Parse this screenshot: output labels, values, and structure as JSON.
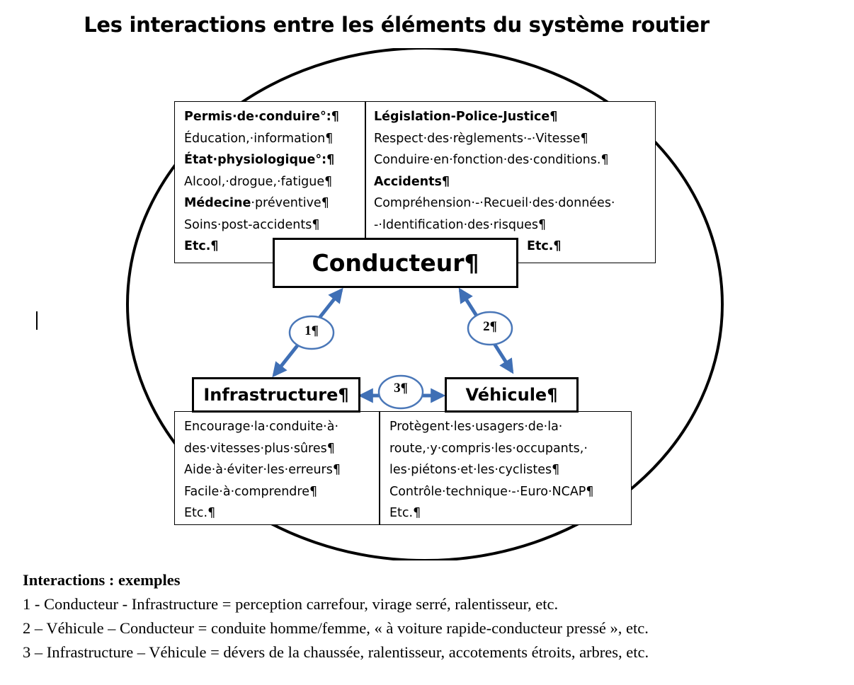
{
  "title": "Les interactions entre les éléments du système routier",
  "boxes": {
    "driver_left": [
      {
        "text": "Permis·de·conduire°:¶",
        "bold": true
      },
      {
        "text": "Éducation,·information¶",
        "bold": false
      },
      {
        "text": "État·physiologique°:¶",
        "bold": true
      },
      {
        "text": "Alcool,·drogue,·fatigue¶",
        "bold": false
      },
      {
        "text": "Médecine",
        "bold": true,
        "tail": "·préventive¶"
      },
      {
        "text": "Soins·post-accidents¶",
        "bold": false
      },
      {
        "text": "Etc.¶",
        "bold": true
      }
    ],
    "driver_right": [
      {
        "text": "Législation-Police-Justice¶",
        "bold": true
      },
      {
        "text": "Respect·des·règlements·-·Vitesse¶",
        "bold": false
      },
      {
        "text": "Conduire·en·fonction·des·conditions.¶",
        "bold": false
      },
      {
        "text": "Accidents¶",
        "bold": true
      },
      {
        "text": "Compréhension·-·Recueil·des·données·",
        "bold": false
      },
      {
        "text": "-·Identification·des·risques¶",
        "bold": false
      }
    ],
    "driver_right_etc": "Etc.¶",
    "infra": [
      "Encourage·la·conduite·à·",
      "des·vitesses·plus·sûres¶",
      "Aide·à·éviter·les·erreurs¶",
      "Facile·à·comprendre¶",
      "Etc.¶"
    ],
    "vehicle": [
      "Protègent·les·usagers·de·la·",
      "route,·y·compris·les·occupants,·",
      "les·piétons·et·les·cyclistes¶",
      "Contrôle·technique·-·Euro·NCAP¶",
      "Etc.¶"
    ]
  },
  "nodes": {
    "driver": "Conducteur¶",
    "infra": "Infrastructure¶",
    "vehicle": "Véhicule¶"
  },
  "badges": {
    "one": "1¶",
    "two": "2¶",
    "three": "3¶"
  },
  "colors": {
    "arrow": "#3f6fb5",
    "badge_border": "#4a77b8"
  },
  "legend": {
    "heading": "Interactions : exemples",
    "items": [
      "1 - Conducteur - Infrastructure = perception carrefour,  virage serré,  ralentisseur,  etc.",
      "2 – Véhicule – Conducteur = conduite homme/femme, « à voiture rapide-conducteur pressé »,  etc.",
      "3 – Infrastructure – Véhicule = dévers de la chaussée,  ralentisseur,  accotements étroits, arbres,  etc."
    ]
  }
}
